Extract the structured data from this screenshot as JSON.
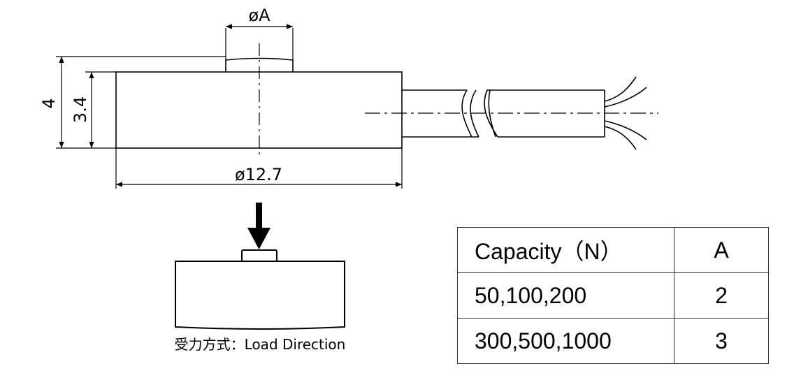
{
  "drawing": {
    "dim_pin_diameter": "øA",
    "dim_total_height": "4",
    "dim_body_height": "3.4",
    "dim_body_diameter": "ø12.7",
    "load_caption": "受力方式：Load Direction"
  },
  "table": {
    "headers": [
      "Capacity（N）",
      "A"
    ],
    "rows": [
      [
        "50,100,200",
        "2"
      ],
      [
        "300,500,1000",
        "3"
      ]
    ]
  }
}
